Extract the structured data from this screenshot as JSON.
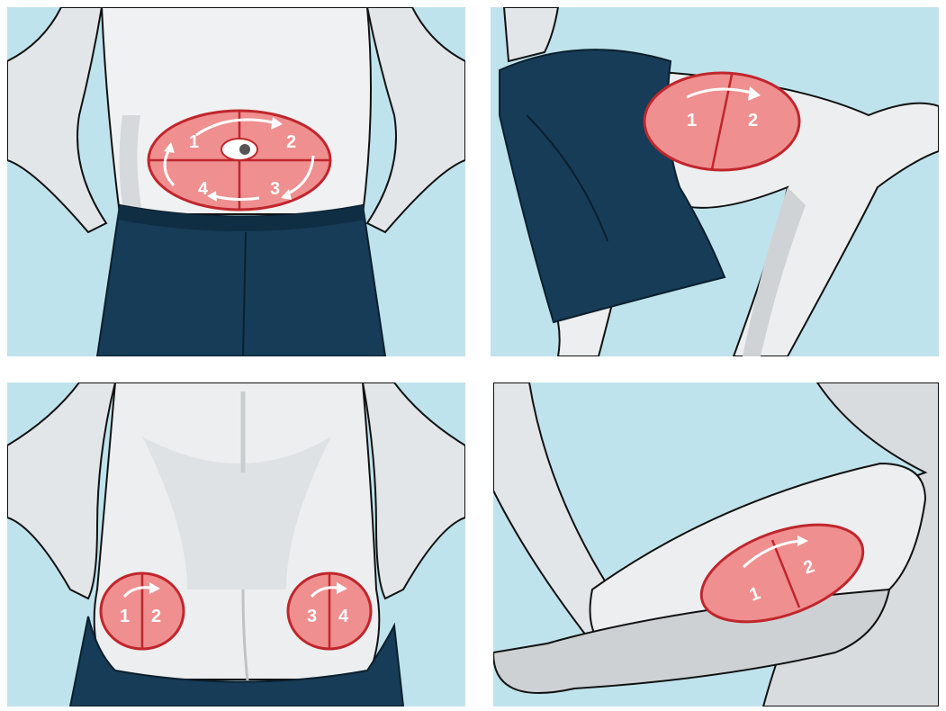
{
  "panels": [
    {
      "zone": "abdomen",
      "labels": [
        "1",
        "2",
        "3",
        "4"
      ]
    },
    {
      "zone": "thigh",
      "labels": [
        "1",
        "2"
      ]
    },
    {
      "zone": "buttocks",
      "labels": [
        "1",
        "2",
        "3",
        "4"
      ]
    },
    {
      "zone": "upper-arm",
      "labels": [
        "1",
        "2"
      ]
    }
  ],
  "colors": {
    "background": "#bfe3ec",
    "skin": "#e9ebec",
    "skin_shadow": "#c9cdcf",
    "clothing": "#173c57",
    "zone_fill": "#ef8f8f",
    "zone_stroke": "#c0262c",
    "arrow": "#ffffff"
  }
}
